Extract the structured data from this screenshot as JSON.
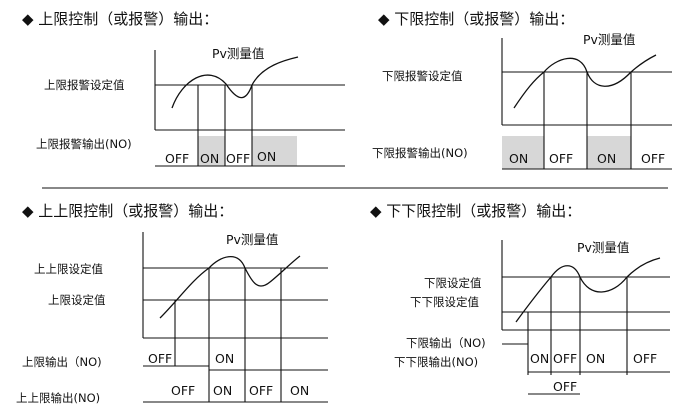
{
  "panels": {
    "p1": {
      "title": "◆  上限控制（或报警）输出：",
      "pv": "Pv测量值",
      "set_label": "上限报警设定值",
      "out_label": "上限报警输出(NO)",
      "states": [
        "OFF",
        "ON",
        "OFF",
        "ON"
      ]
    },
    "p2": {
      "title": "◆  下限控制（或报警）输出：",
      "pv": "Pv测量值",
      "set_label": "下限报警设定值",
      "out_label": "下限报警输出(NO)",
      "states": [
        "ON",
        "OFF",
        "ON",
        "OFF"
      ]
    },
    "p3": {
      "title": "◆  上上限控制（或报警）输出：",
      "pv": "Pv测量值",
      "set_label_1": "上上限设定值",
      "set_label_2": "上限设定值",
      "out_label_1": "上限输出（NO)",
      "out_label_2": "上上限输出(NO)",
      "states_1": [
        "OFF",
        "ON"
      ],
      "states_2": [
        "OFF",
        "ON",
        "OFF",
        "ON"
      ]
    },
    "p4": {
      "title": "◆  下下限控制（或报警）输出：",
      "pv": "Pv测量值",
      "set_label_1": "下限设定值",
      "set_label_2": "下下限设定值",
      "out_label_1": "下限输出（NO)",
      "out_label_2": "下下限输出(NO)",
      "states_1": [
        "ON",
        "OFF",
        "ON",
        "OFF"
      ],
      "states_2": [
        "OFF"
      ]
    }
  },
  "colors": {
    "line": "#111111",
    "shade": "#d7d7d7"
  }
}
